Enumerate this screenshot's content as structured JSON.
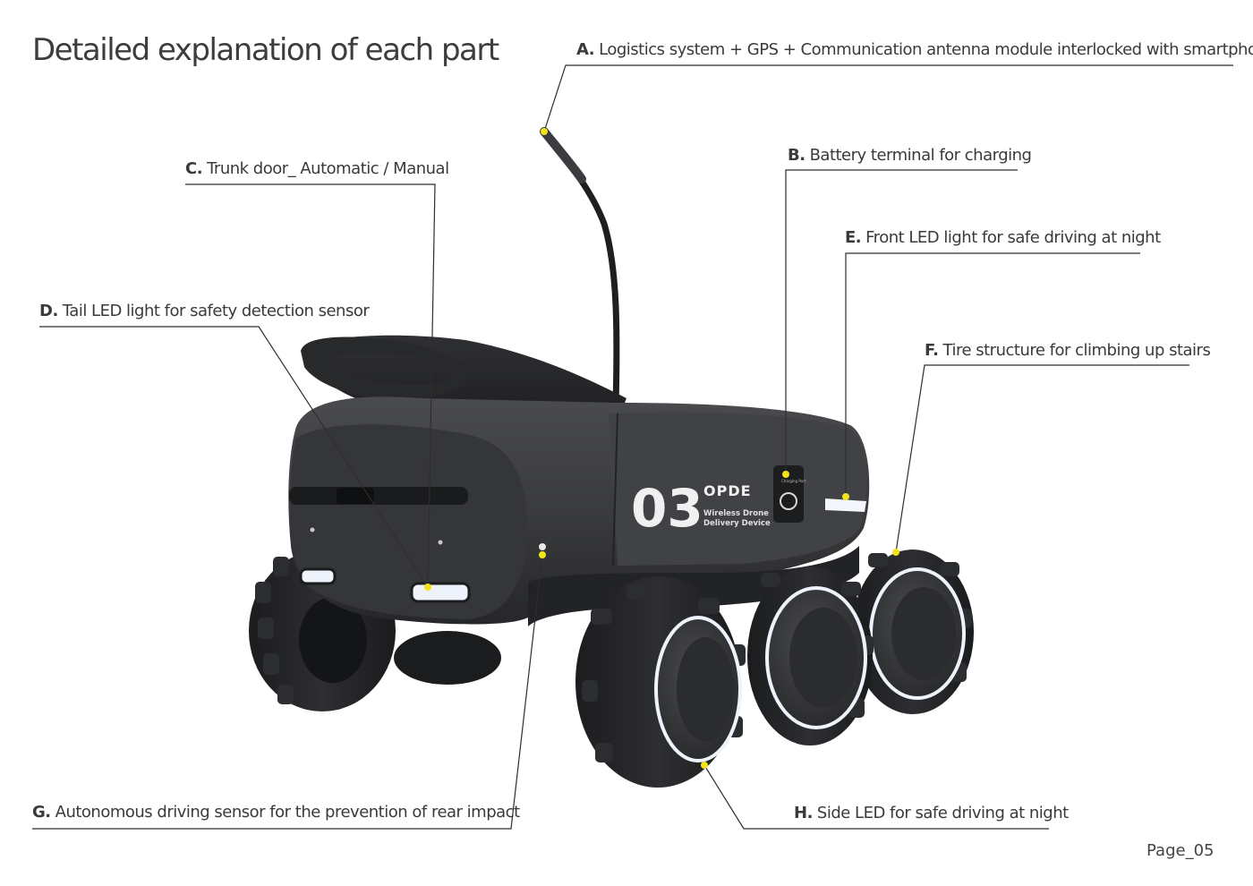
{
  "page": {
    "title": "Detailed explanation of each part",
    "page_number": "Page_05"
  },
  "robot": {
    "number": "03",
    "brand": "OPDE",
    "subtitle_line1": "Wireless Drone",
    "subtitle_line2": "Delivery Device",
    "charging_label": "Charging Port"
  },
  "colors": {
    "body": "#3b3c3e",
    "accent_dot": "#f2e21a",
    "led": "#f4f6fb",
    "leader": "#2e2e2e"
  },
  "callouts": [
    {
      "key": "A.",
      "text": "Logistics system + GPS + Communication antenna module interlocked with smartphone"
    },
    {
      "key": "B.",
      "text": "Battery terminal for charging"
    },
    {
      "key": "C.",
      "text": "Trunk door_ Automatic / Manual"
    },
    {
      "key": "D.",
      "text": "Tail LED light for safety detection sensor"
    },
    {
      "key": "E.",
      "text": "Front LED light for safe driving at night"
    },
    {
      "key": "F.",
      "text": "Tire structure for climbing up stairs"
    },
    {
      "key": "G.",
      "text": "Autonomous driving sensor for the prevention of rear impact"
    },
    {
      "key": "H.",
      "text": "Side LED for safe driving at night"
    }
  ]
}
